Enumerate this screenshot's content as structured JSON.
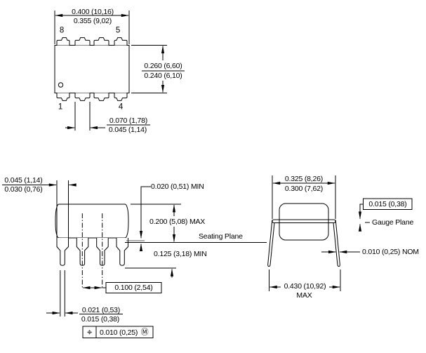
{
  "drawing": {
    "title_hint": "8-pin DIP package outline drawing",
    "colors": {
      "line": "#000000",
      "background": "#ffffff"
    },
    "top_view": {
      "width_dim": {
        "upper": "0.400 (10,16)",
        "lower": "0.355 (9,02)"
      },
      "height_dim": {
        "upper": "0.260 (6,60)",
        "lower": "0.240 (6,10)"
      },
      "pin_width_dim": {
        "upper": "0.070 (1,78)",
        "lower": "0.045 (1,14)"
      },
      "pins": {
        "p8": "8",
        "p5": "5",
        "p1": "1",
        "p4": "4"
      }
    },
    "side_view": {
      "shoulder_width_dim": {
        "upper": "0.045 (1,14)",
        "lower": "0.030 (0,76)"
      },
      "standoff_dim": "0.020 (0,51) MIN",
      "body_height_dim": "0.200 (5,08) MAX",
      "seating_plane_label": "Seating Plane",
      "lead_length_dim": "0.125 (3,18) MIN",
      "pitch_dim": "0.100 (2,54)",
      "lead_width_dim": {
        "upper": "0.021 (0,53)",
        "lower": "0.015 (0,38)"
      },
      "true_position": {
        "symbol": "⌖",
        "value": "0.010 (0,25)",
        "modifier": "Ⓜ"
      }
    },
    "end_view": {
      "row_spacing_dim": {
        "upper": "0.325 (8,26)",
        "lower": "0.300 (7,62)"
      },
      "gauge_offset_dim": "0.015 (0,38)",
      "gauge_plane_label": "Gauge Plane",
      "lead_thickness_dim": "0.010 (0,25) NOM",
      "overall_spread_dim": {
        "value": "0.430 (10,92)",
        "qualifier": "MAX"
      }
    }
  }
}
